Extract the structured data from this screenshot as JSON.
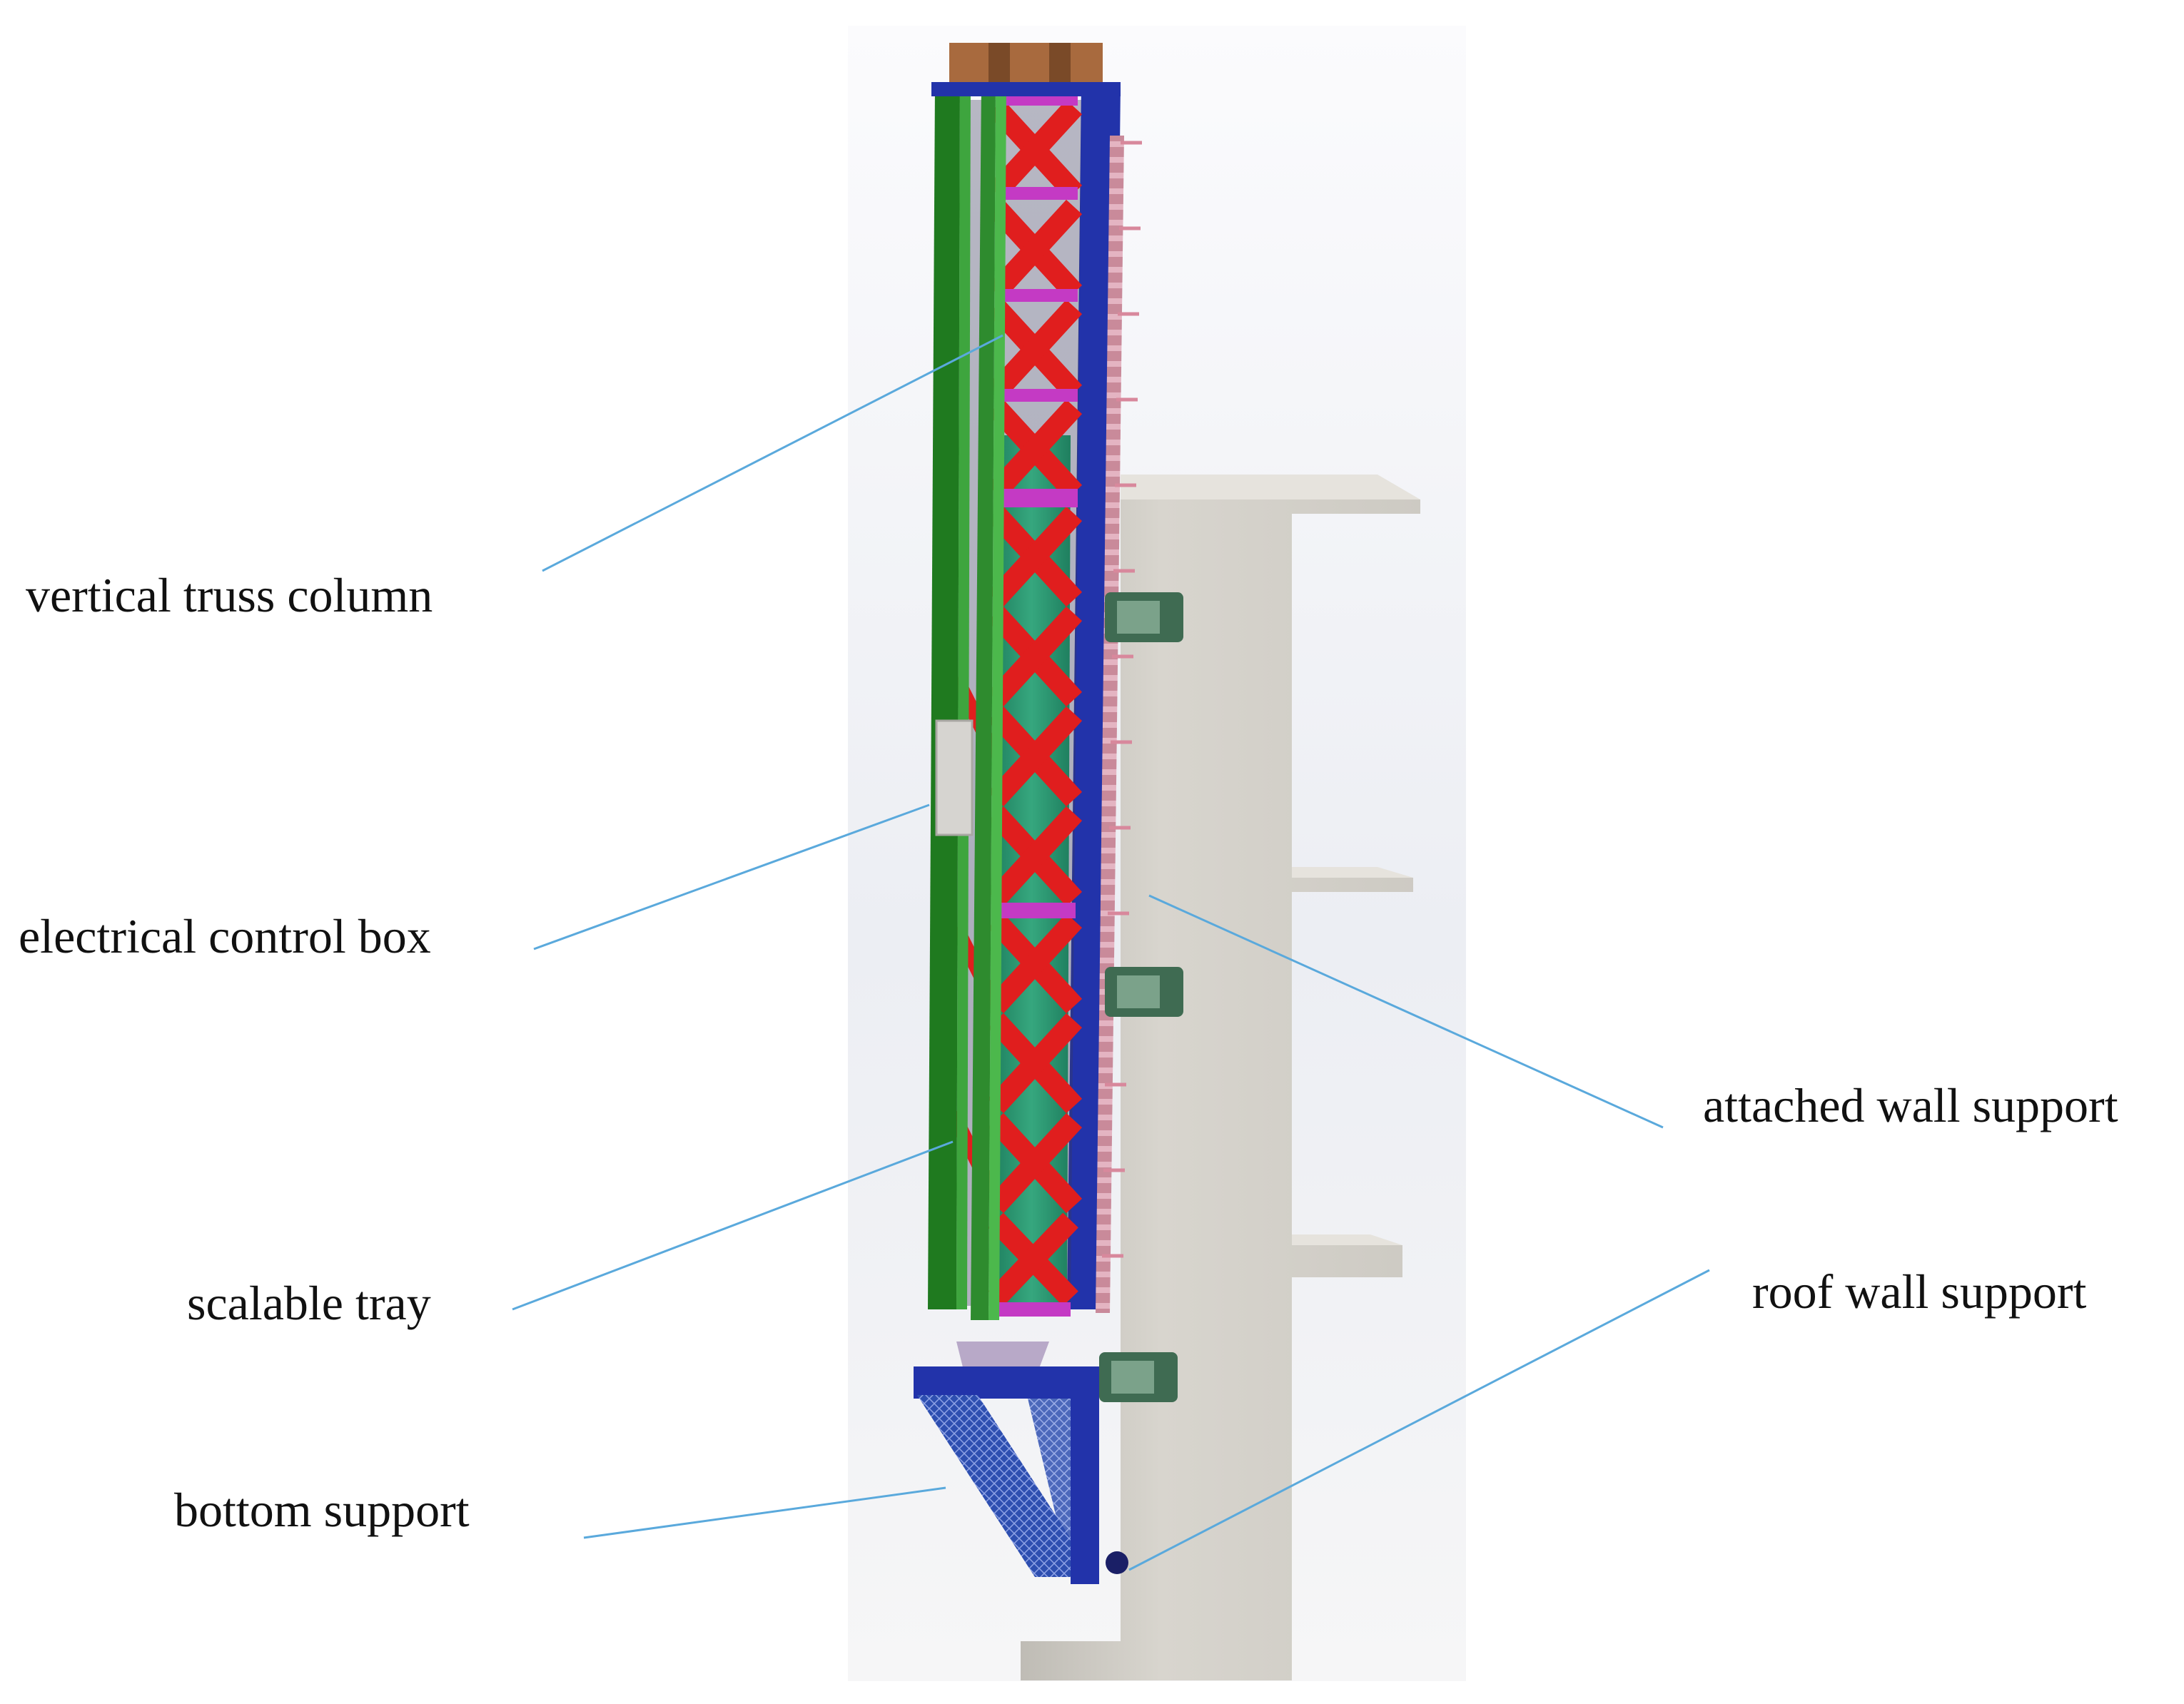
{
  "labels": {
    "vertical_truss_column": "vertical truss column",
    "electrical_control_box": "electrical control box",
    "scalable_tray": "scalable tray",
    "bottom_support": "bottom support",
    "attached_wall_support": "attached wall support",
    "roof_wall_support": "roof wall support"
  },
  "colors": {
    "leader_line": "#5aa9dc",
    "truss_green": "#2e8b2e",
    "truss_blue": "#2233aa",
    "diagonal_red": "#e01e1e",
    "crossbar_magenta": "#c43ac4",
    "wall_gray": "#d3d0c9",
    "tray_teal": "#2aa58a"
  }
}
